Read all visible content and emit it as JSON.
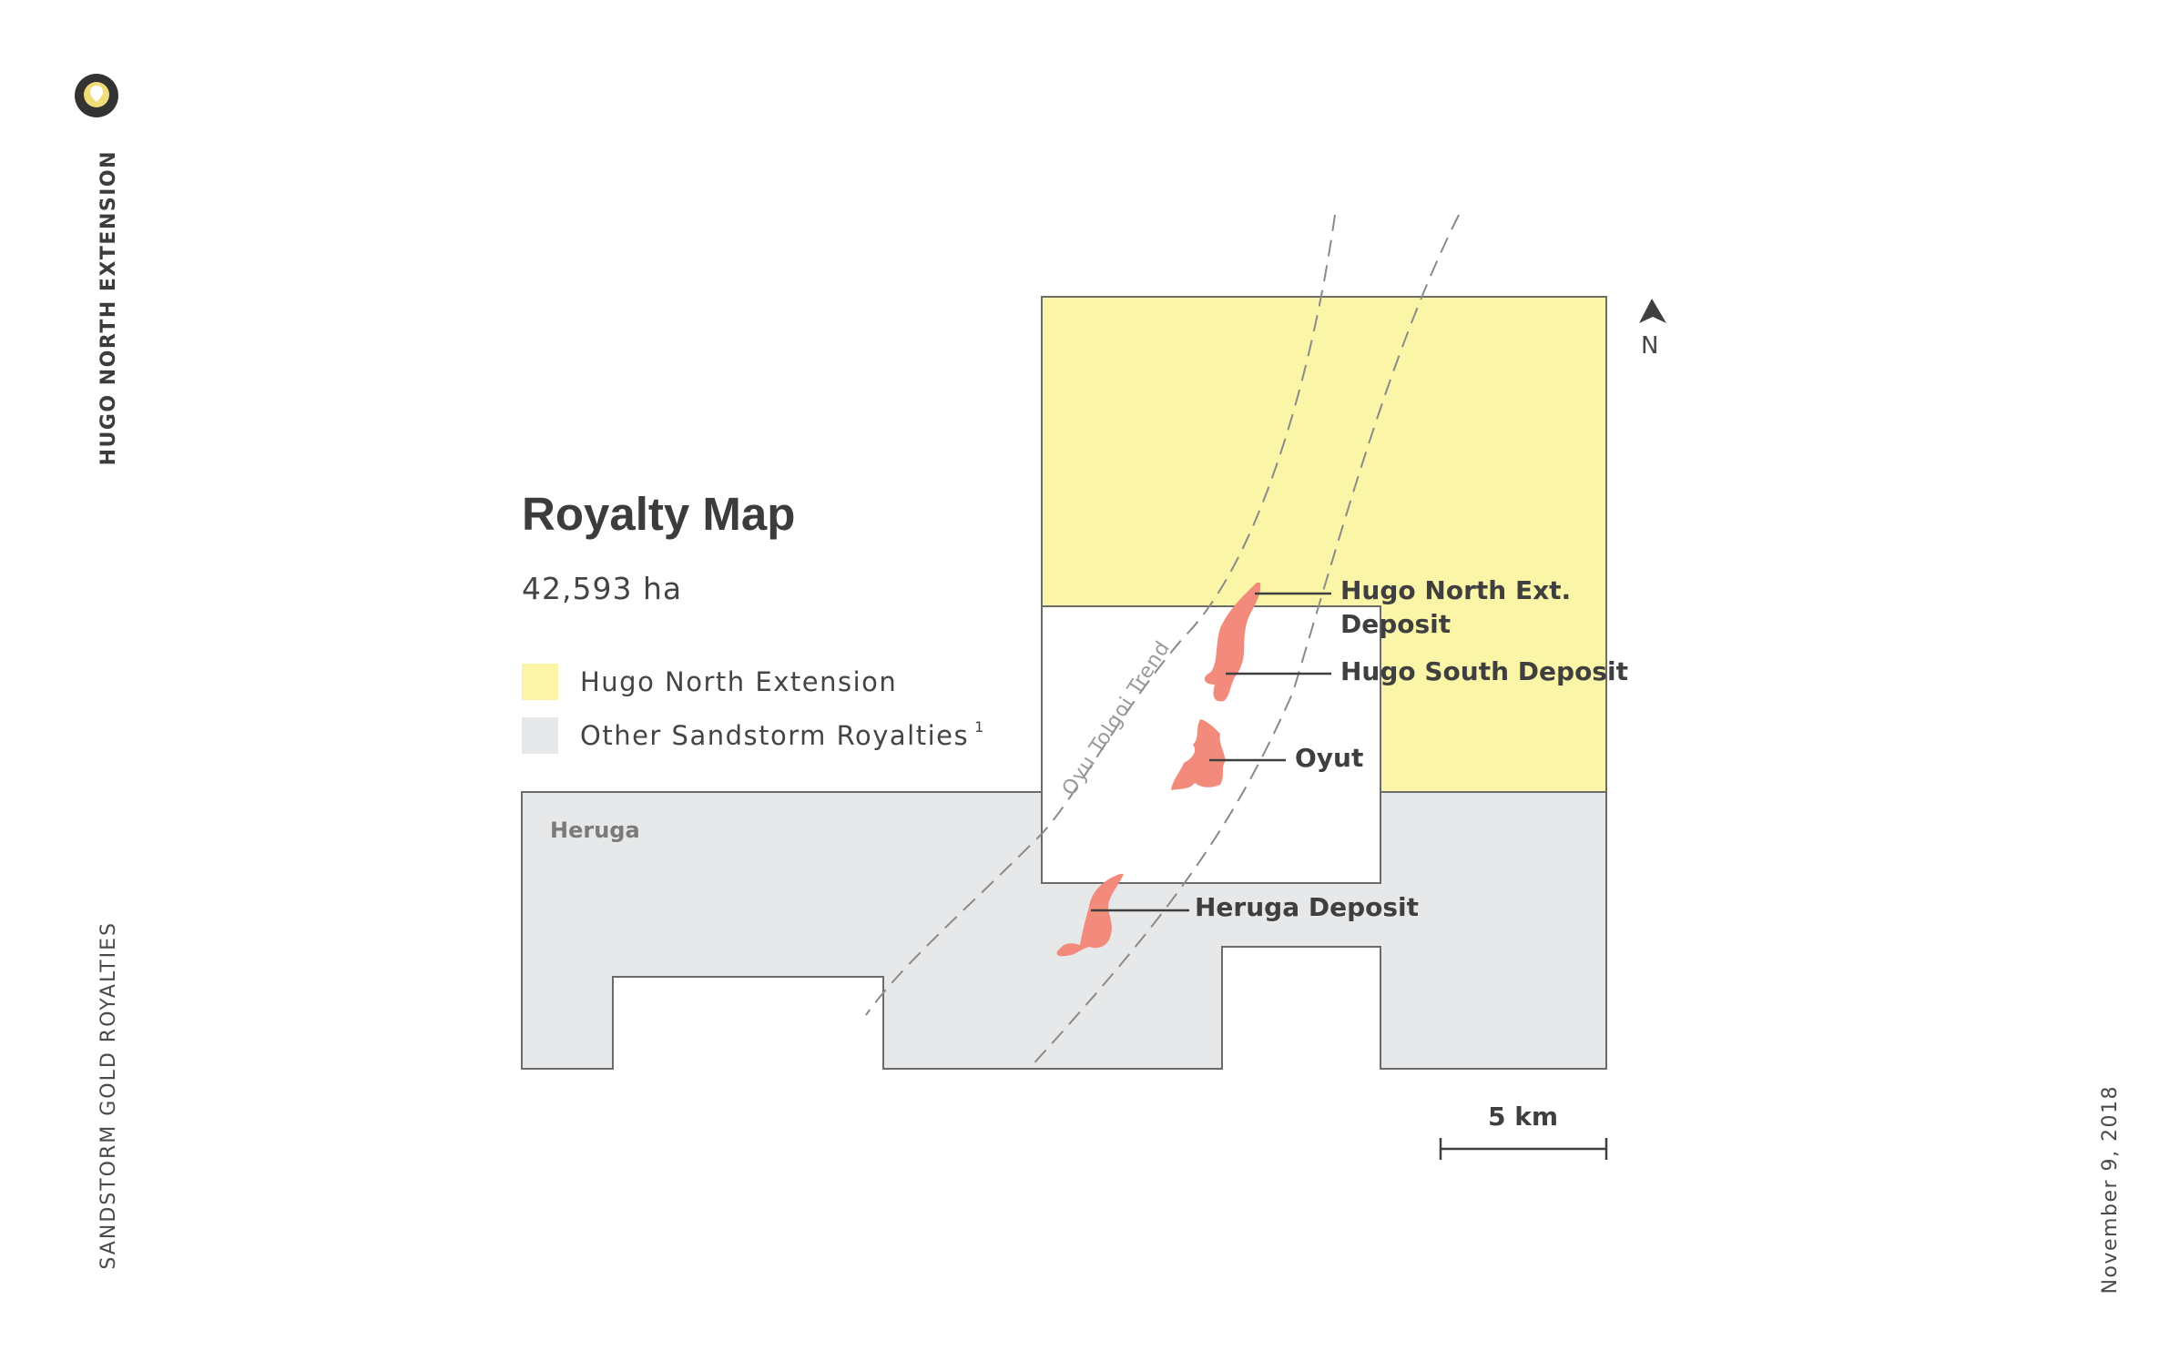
{
  "header": {
    "side_title": "HUGO NORTH EXTENSION",
    "company": "SANDSTORM GOLD ROYALTIES",
    "date": "November 9, 2018",
    "logo_icon": "sandstorm-logo-icon"
  },
  "map": {
    "title": "Royalty Map",
    "area": "42,593 ha",
    "legend": [
      {
        "label": "Hugo North Extension",
        "color": "#fbf5a8"
      },
      {
        "label": "Other Sandstorm Royalties",
        "note": "1",
        "color": "#e7e8e9"
      }
    ],
    "region_label": "Heruga",
    "trend_label": "Oyu Tolgoi Trend",
    "deposits": {
      "hugo_north_1": "Hugo North Ext.",
      "hugo_north_2": "Deposit",
      "hugo_south": "Hugo South Deposit",
      "oyut": "Oyut",
      "heruga": "Heruga Deposit"
    },
    "deposit_color": "#f28b7b",
    "scale_label": "5 km",
    "north_label": "N"
  }
}
